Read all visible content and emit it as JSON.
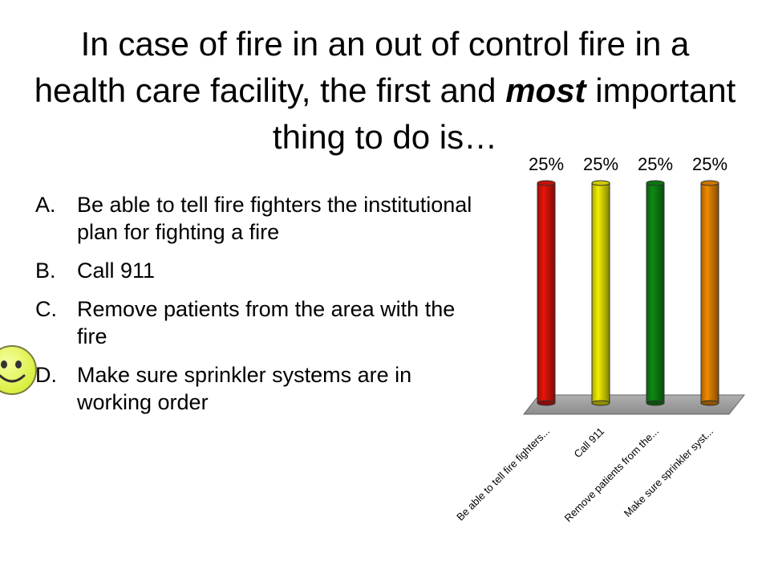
{
  "slide": {
    "title_before": "In case of fire in an out of control fire in a health care facility, the first and ",
    "title_emphasis": "most",
    "title_after": " important thing to do is…"
  },
  "answers": [
    {
      "letter": "A.",
      "text": "Be able to tell fire fighters the institutional plan for fighting a fire"
    },
    {
      "letter": "B.",
      "text": "Call 911"
    },
    {
      "letter": "C.",
      "text": "Remove patients from the area with the fire",
      "correct": true
    },
    {
      "letter": "D.",
      "text": "Make sure sprinkler systems are in working order"
    }
  ],
  "correct_marker_icon": "smiley-face-icon",
  "chart_data": {
    "type": "bar",
    "categories": [
      "Be able to tell fire fighters...",
      "Call 911",
      "Remove patients from the...",
      "Make sure sprinkler syst..."
    ],
    "values": [
      25,
      25,
      25,
      25
    ],
    "value_labels": [
      "25%",
      "25%",
      "25%",
      "25%"
    ],
    "colors": [
      "#e8140a",
      "#f2ee00",
      "#0f8a14",
      "#f08a00"
    ],
    "ylim": [
      0,
      25
    ],
    "grid": false,
    "style": "3d-cylinder"
  }
}
